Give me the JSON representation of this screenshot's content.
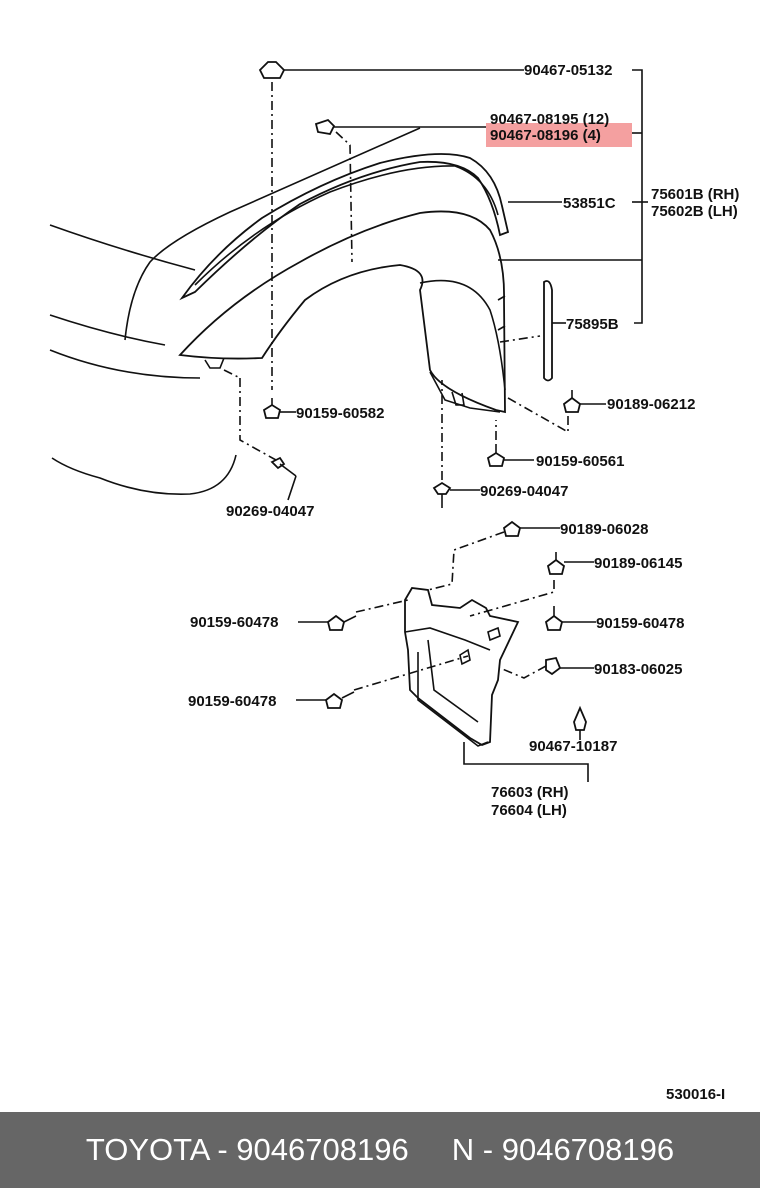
{
  "diagram": {
    "labels": {
      "p1": "90467-05132",
      "p2": "90467-08195 (12)",
      "p3": "90467-08196 (4)",
      "p4": "53851C",
      "p5": "75601B (RH)",
      "p6": "75602B (LH)",
      "p7": "75895B",
      "p8": "90159-60582",
      "p9": "90189-06212",
      "p10": "90159-60561",
      "p11": "90269-04047",
      "p12": "90269-04047",
      "p13": "90189-06028",
      "p14": "90189-06145",
      "p15": "90159-60478",
      "p16": "90159-60478",
      "p17": "90183-06025",
      "p18": "90159-60478",
      "p19": "90467-10187",
      "p20": "76603 (RH)",
      "p21": "76604 (LH)"
    },
    "highlight_color": "#f4a0a0",
    "diagram_code": "530016-I"
  },
  "footer": {
    "brand_part": "TOYOTA - 9046708196",
    "n_part": "N - 9046708196",
    "background": "#666666"
  }
}
